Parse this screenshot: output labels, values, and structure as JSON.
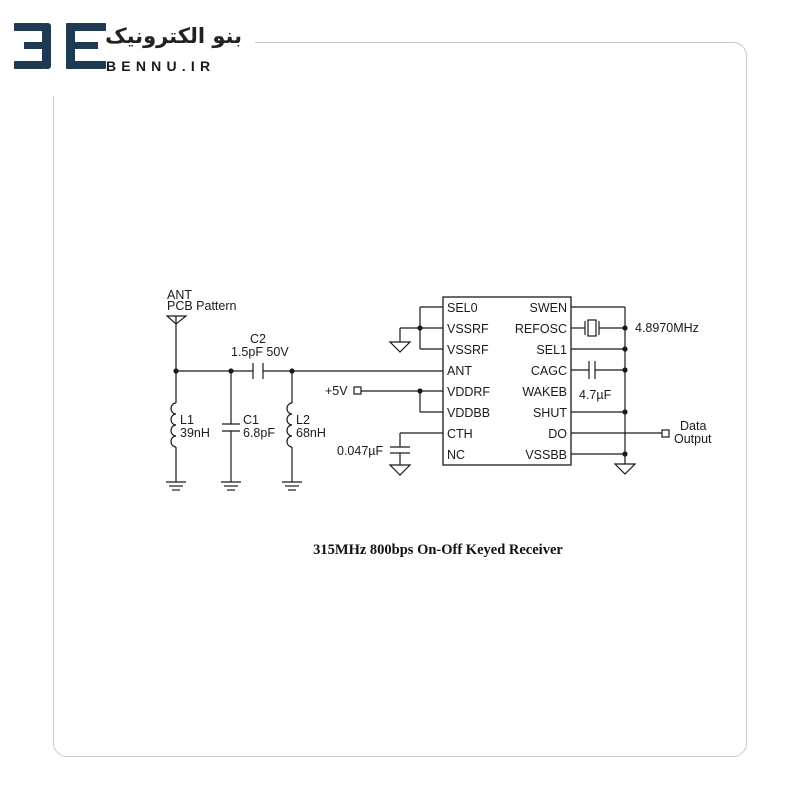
{
  "brand": {
    "logo_letters": "3E",
    "name_fa": "بنو الکترونیک",
    "name_en": "BENNU.IR",
    "colors": {
      "logo": "#1e3a52",
      "frame": "#c9c9c9",
      "ink": "#1a1a1a"
    }
  },
  "schematic": {
    "ic_pins_left": [
      "SEL0",
      "VSSRF",
      "VSSRF",
      "ANT",
      "VDDRF",
      "VDDBB",
      "CTH",
      "NC"
    ],
    "ic_pins_right": [
      "SWEN",
      "REFOSC",
      "SEL1",
      "CAGC",
      "WAKEB",
      "SHUT",
      "DO",
      "VSSBB"
    ],
    "antenna": {
      "label": "ANT",
      "sublabel": "PCB Pattern"
    },
    "components": {
      "c2": {
        "name": "C2",
        "value": "1.5pF 50V"
      },
      "l1": {
        "name": "L1",
        "value": "39nH"
      },
      "c1": {
        "name": "C1",
        "value": "6.8pF"
      },
      "l2": {
        "name": "L2",
        "value": "68nH"
      },
      "cth_cap": {
        "value": "0.047µF"
      },
      "crystal": {
        "value": "4.8970MHz"
      },
      "cagc_cap": {
        "value": "4.7µF"
      }
    },
    "supply": {
      "label": "+5V"
    },
    "output": {
      "label_line1": "Data",
      "label_line2": "Output"
    }
  },
  "caption": "315MHz 800bps On-Off Keyed Receiver"
}
